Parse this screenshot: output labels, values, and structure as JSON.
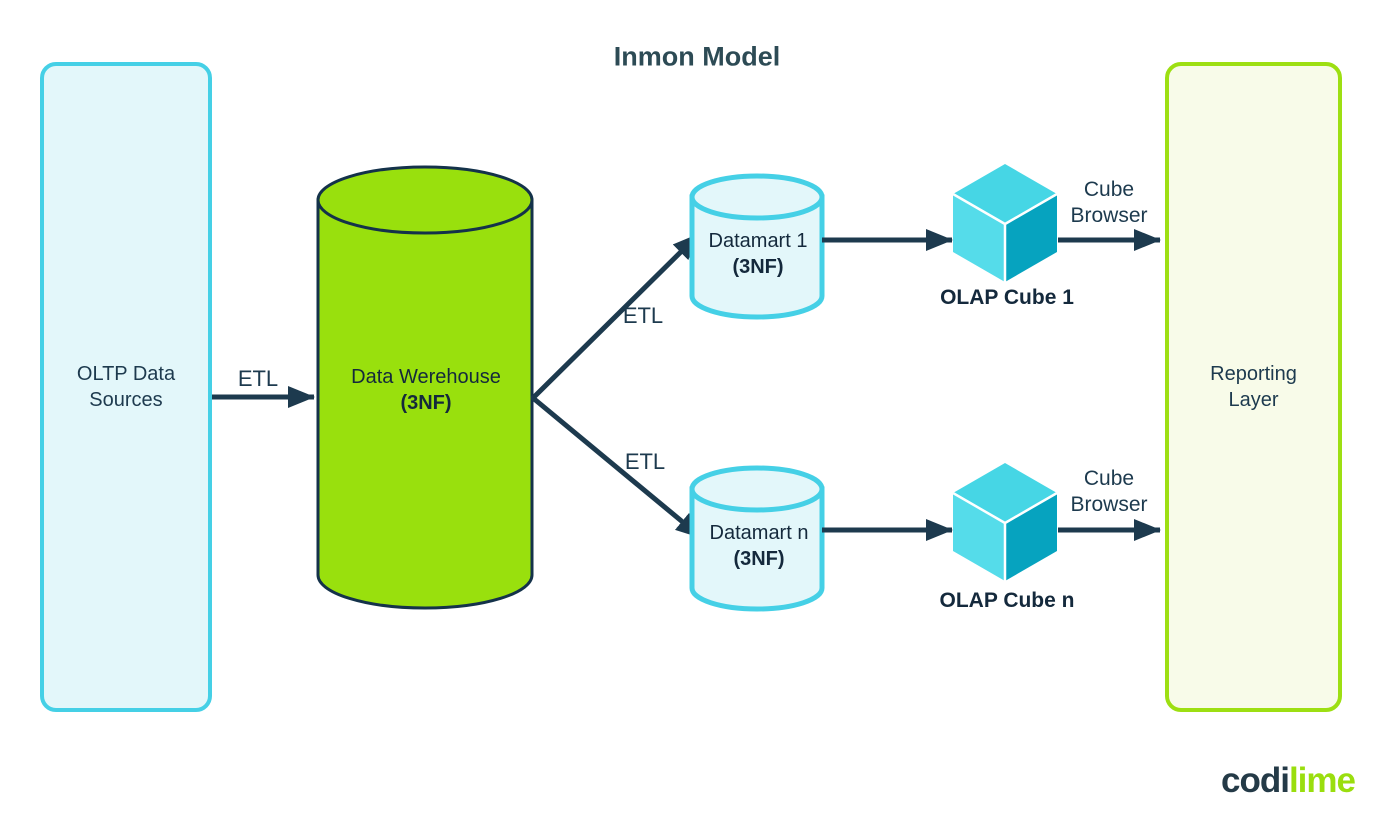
{
  "title": "Inmon Model",
  "nodes": {
    "oltp": {
      "line1": "OLTP Data",
      "line2": "Sources"
    },
    "warehouse": {
      "name": "Data Werehouse",
      "nf": "(3NF)"
    },
    "datamart_1": {
      "name": "Datamart 1",
      "nf": "(3NF)"
    },
    "datamart_n": {
      "name": "Datamart n",
      "nf": "(3NF)"
    },
    "olap_cube_1": {
      "label": "OLAP Cube 1"
    },
    "olap_cube_n": {
      "label": "OLAP Cube n"
    },
    "reporting": {
      "line1": "Reporting",
      "line2": "Layer"
    }
  },
  "edges": {
    "etl": "ETL",
    "cube_browser": {
      "line1": "Cube",
      "line2": "Browser"
    }
  },
  "logo": {
    "dark": "codi",
    "lime": "lime"
  },
  "colors": {
    "navy": "#1d3a4e",
    "title": "#2d4b55",
    "cyan_border": "#45d0e6",
    "cyan_fill": "#e3f7fa",
    "warehouse_green": "#99e00d",
    "lime_border": "#9ddf12",
    "lime_fill": "#f8fbe9",
    "cube_top": "#46d6e5",
    "cube_left": "#55dcea",
    "cube_right": "#06a3bf",
    "logo_dark": "#243a47",
    "logo_lime": "#9ade0e"
  }
}
